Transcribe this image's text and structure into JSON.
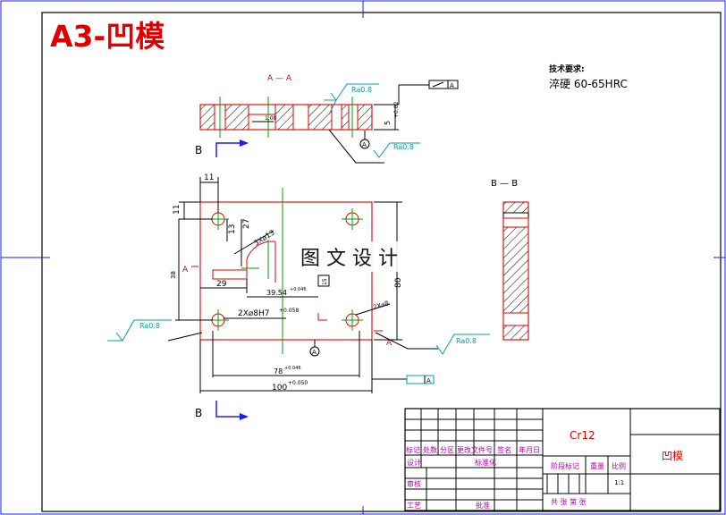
{
  "title": "A3-凹模",
  "tech_requirements": {
    "heading": "技术要求:",
    "line1": "淬硬 60-65HRC"
  },
  "watermark": "图 文 设 计",
  "section_labels": {
    "aa": "A — A",
    "bb": "B — B",
    "b_top": "B",
    "b_bottom": "B",
    "a_left": "A",
    "a_right": "A",
    "datum": "A"
  },
  "roughness": {
    "r1": "Ra0.8",
    "r2": "Ra0.8",
    "r3": "Ra0.8",
    "r4": "Ra0.8"
  },
  "dimensions": {
    "d11_h": "11",
    "d11_v": "11",
    "d13": "13",
    "d27": "27",
    "d3x13": "3X⌀13",
    "d2x8": "2X⌀8",
    "d2x8h7": "2X⌀8H7",
    "d2x8h7_tol": "+0.058",
    "d29": "29",
    "d39": "39.54",
    "d39_tol": "+0.046",
    "d78": "78",
    "d78_tol": "+0.046",
    "d100": "100",
    "d100_tol": "+0.050",
    "d80": "80",
    "d38": "38",
    "d15": "15",
    "d18": "1.08",
    "d5": "5",
    "d5_tol": "+0.02"
  },
  "title_block": {
    "material": "Cr12",
    "part_name": "凹模",
    "h_mark": "标记",
    "h_count": "处数",
    "h_zone": "分区",
    "h_doc": "更改文件号",
    "h_sign": "签名",
    "h_date": "年月日",
    "h_design": "设计",
    "h_std": "标准化",
    "h_stage": "阶段标记",
    "h_weight": "重量",
    "h_scale": "比例",
    "scale_value": "1:1",
    "h_review": "审核",
    "h_process": "工艺",
    "h_approve": "批准",
    "h_sheets": "共 张 第 张"
  }
}
